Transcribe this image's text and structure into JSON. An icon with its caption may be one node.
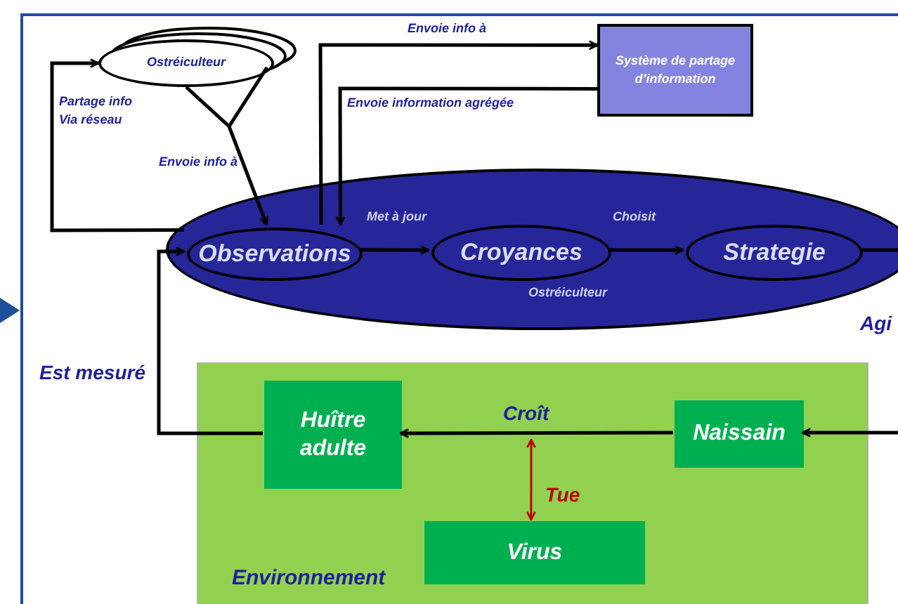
{
  "diagram": {
    "nodes": [
      {
        "text": [
          "Ostréiculteur"
        ]
      },
      {
        "text": [
          "Système de partage d’information"
        ]
      },
      {
        "text": [
          "Ostréiculteur"
        ]
      },
      {
        "text": [
          "Observations"
        ],
        "in": 2
      },
      {
        "text": [
          "Croyances"
        ],
        "in": 2
      },
      {
        "text": [
          "Strategie"
        ],
        "in": 2
      },
      {
        "text": [
          "Environnement"
        ]
      },
      {
        "text": [
          "Huître adulte"
        ],
        "in": 6
      },
      {
        "text": [
          "Naissain"
        ],
        "in": 6
      },
      {
        "text": [
          "Virus"
        ],
        "in": 6
      }
    ],
    "edges": [
      {
        "from": 0,
        "to": 3,
        "arrow": "to",
        "label": "Envoie info à"
      },
      {
        "from": 3,
        "to": 0,
        "arrow": "to",
        "label": "Partage info Via réseau"
      },
      {
        "from": 3,
        "to": 1,
        "arrow": "to",
        "label": "Envoie info à"
      },
      {
        "from": 1,
        "to": 3,
        "arrow": "to",
        "label": "Envoie information agrégée"
      },
      {
        "from": 3,
        "to": 4,
        "arrow": "to",
        "label": "Met à jour"
      },
      {
        "from": 4,
        "to": 5,
        "arrow": "to",
        "label": "Choisit"
      },
      {
        "from": 5,
        "to": null,
        "arrow": "none"
      },
      {
        "from": 7,
        "to": 3,
        "arrow": "to",
        "label": "Est mesuré"
      },
      {
        "from": 8,
        "to": 7,
        "arrow": "to",
        "label": "Croît"
      },
      {
        "from": null,
        "to": 8,
        "arrow": "to"
      },
      {
        "from": 9,
        "to": null,
        "arrow": "both",
        "label": "Tue",
        "color": "#c00000"
      }
    ],
    "labels": [
      "Agi"
    ]
  }
}
